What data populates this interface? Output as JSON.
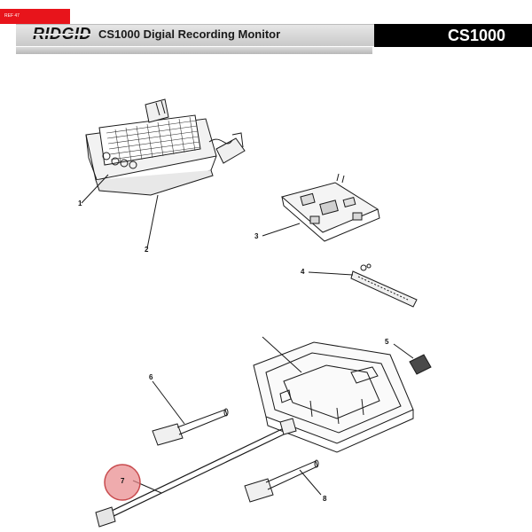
{
  "header": {
    "ref_tag": "REF 47",
    "brand": "RIDGID",
    "title": "CS1000 Digial Recording Monitor",
    "model": "CS1000"
  },
  "callouts": [
    "1",
    "2",
    "3",
    "4",
    "5",
    "6",
    "7",
    "8"
  ],
  "colors": {
    "accent_red": "#e8141b",
    "highlight_circle": "#e8888a",
    "header_gray": "#d4d4d4",
    "model_box": "#000000"
  }
}
